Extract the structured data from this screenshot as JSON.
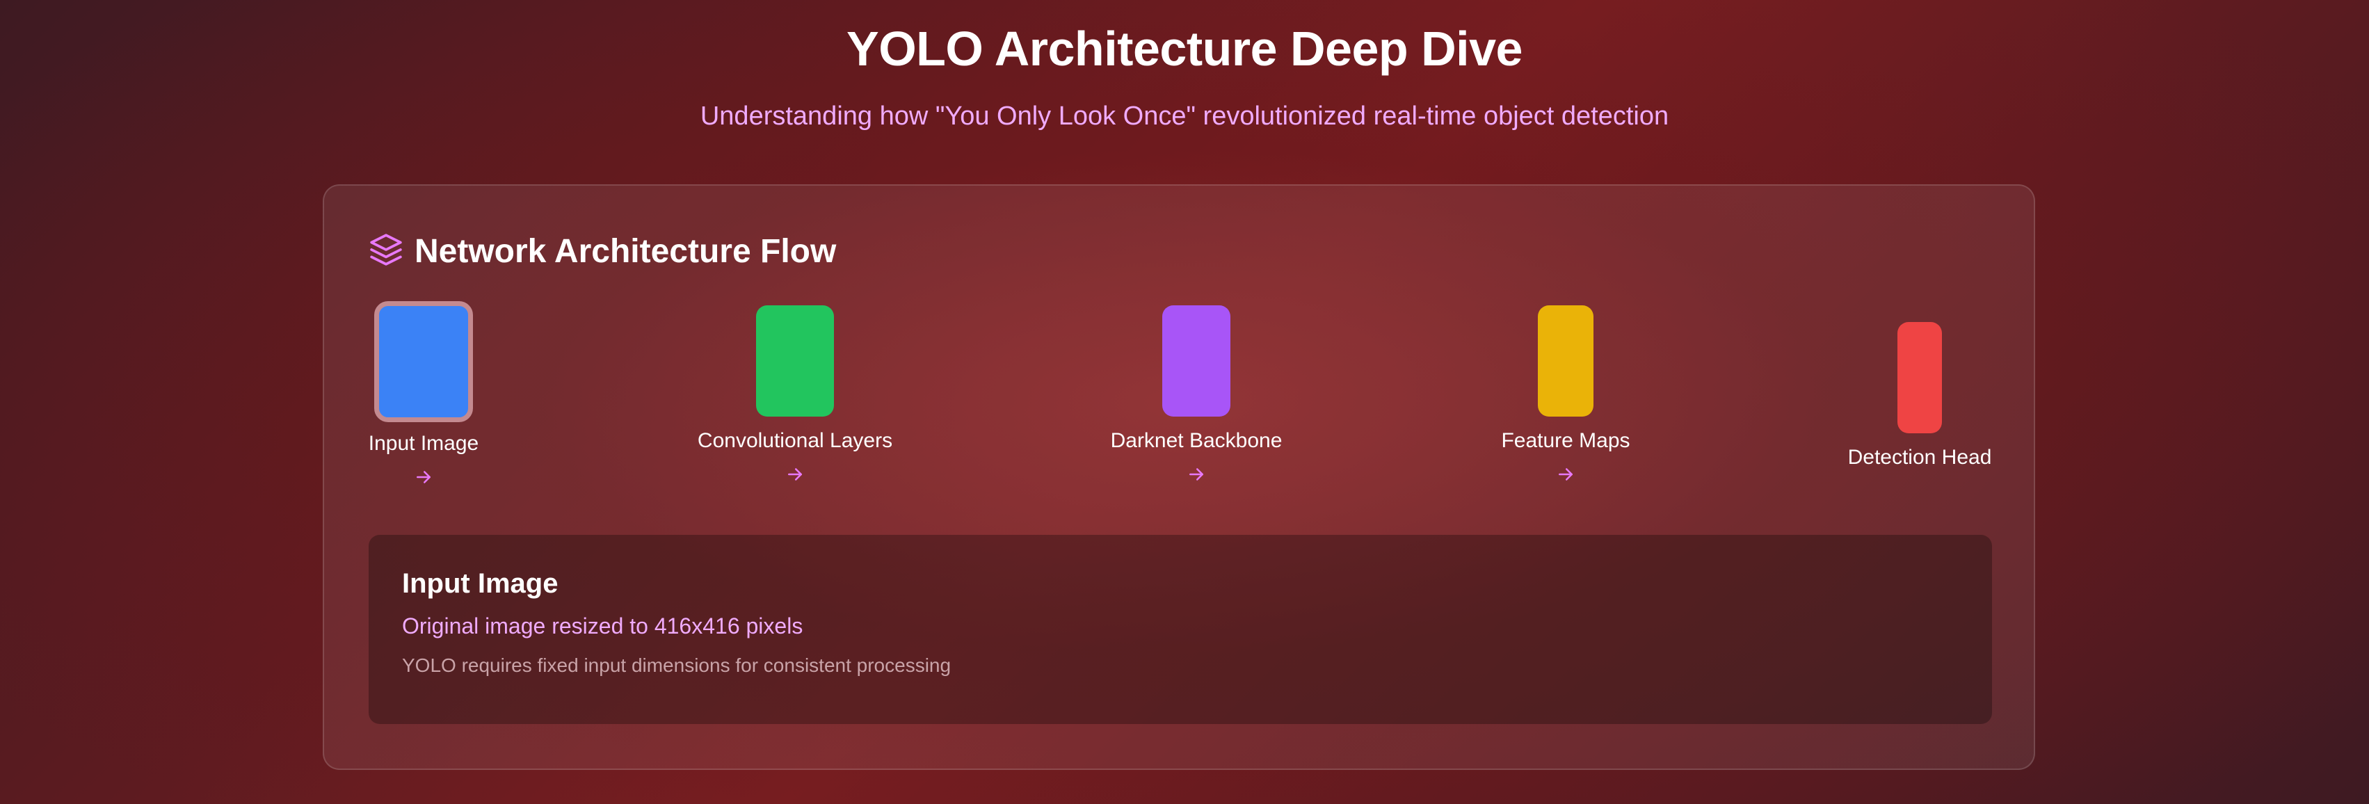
{
  "page": {
    "title": "YOLO Architecture Deep Dive",
    "subtitle": "Understanding how \"You Only Look Once\" revolutionized real-time object detection"
  },
  "panel": {
    "icon": "layers-icon",
    "title": "Network Architecture Flow",
    "accent_color": "#e879f9"
  },
  "steps": [
    {
      "label": "Input Image",
      "color": "#3b82f6",
      "selected": true
    },
    {
      "label": "Convolutional Layers",
      "color": "#22c55e",
      "selected": false
    },
    {
      "label": "Darknet Backbone",
      "color": "#a855f7",
      "selected": false
    },
    {
      "label": "Feature Maps",
      "color": "#eab308",
      "selected": false
    },
    {
      "label": "Detection Head",
      "color": "#ef4444",
      "selected": false
    }
  ],
  "arrow_icon": "arrow-right-icon",
  "detail": {
    "title": "Input Image",
    "description": "Original image resized to 416x416 pixels",
    "note": "YOLO requires fixed input dimensions for consistent processing"
  }
}
